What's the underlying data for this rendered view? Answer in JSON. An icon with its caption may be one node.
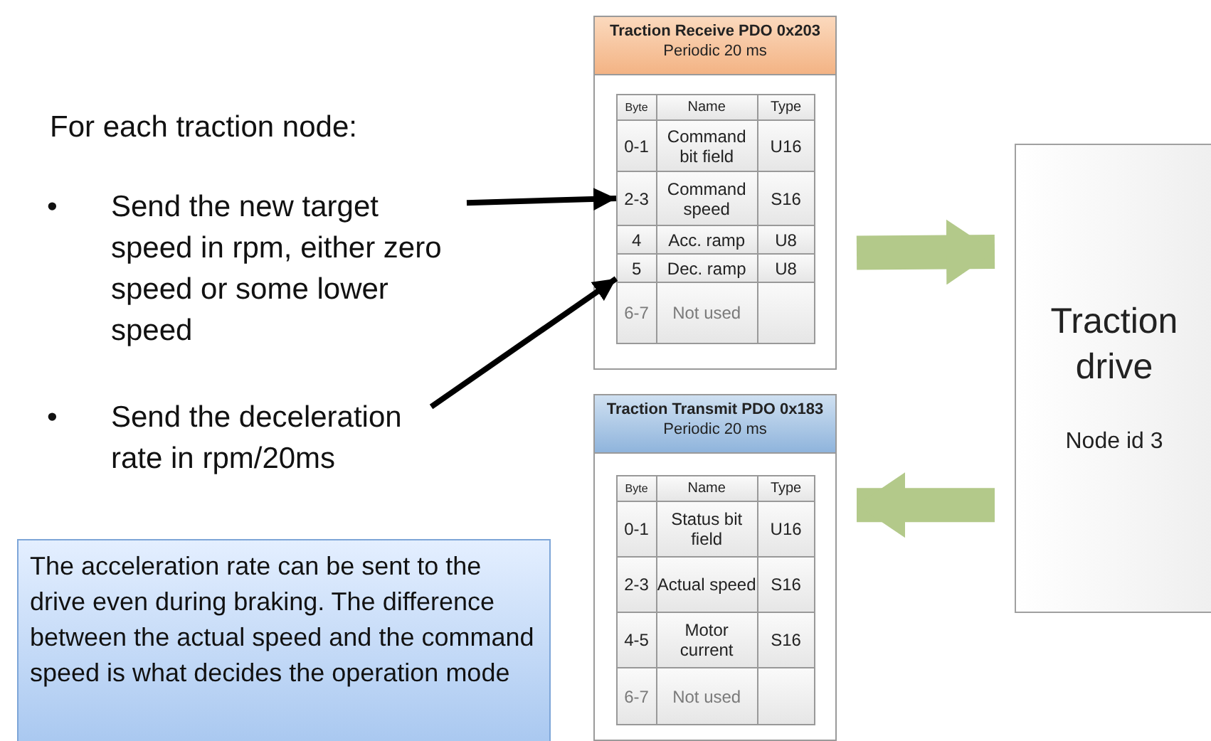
{
  "diagram": {
    "nodes": [
      {
        "text": [
          "Traction Receive PDO 0x203",
          "Periodic 20 ms"
        ]
      },
      {
        "text": [
          "Byte",
          "Name",
          "Type"
        ],
        "in": 0
      },
      {
        "text": [
          "0-1",
          "Command bit field",
          "U16"
        ],
        "in": 0
      },
      {
        "text": [
          "2-3",
          "Command speed",
          "S16"
        ],
        "in": 0
      },
      {
        "text": [
          "4",
          "Acc. ramp",
          "U8"
        ],
        "in": 0
      },
      {
        "text": [
          "5",
          "Dec. ramp",
          "U8"
        ],
        "in": 0
      },
      {
        "text": [
          "6-7",
          "Not used"
        ],
        "in": 0
      },
      {
        "text": [
          "Traction Transmit PDO 0x183",
          "Periodic 20 ms"
        ]
      },
      {
        "text": [
          "Byte",
          "Name",
          "Type"
        ],
        "in": 7
      },
      {
        "text": [
          "0-1",
          "Status bit field",
          "U16"
        ],
        "in": 7
      },
      {
        "text": [
          "2-3",
          "Actual speed",
          "S16"
        ],
        "in": 7
      },
      {
        "text": [
          "4-5",
          "Motor current",
          "S16"
        ],
        "in": 7
      },
      {
        "text": [
          "6-7",
          "Not used"
        ],
        "in": 7
      },
      {
        "text": [
          "Traction drive",
          "Node id 3"
        ]
      },
      {
        "text": [
          "Send the new target speed in rpm, either zero speed or some lower speed"
        ]
      },
      {
        "text": [
          "Send the deceleration rate in rpm/20ms"
        ]
      },
      {
        "text": [
          "The acceleration rate can be sent to the drive even during braking. The difference between the actual speed and the command speed is what decides the operation mode"
        ]
      }
    ],
    "edges": [
      {
        "from": 14,
        "to": 3,
        "arrow": "to",
        "color": "#000000"
      },
      {
        "from": 15,
        "to": 5,
        "arrow": "to",
        "color": "#000000"
      },
      {
        "from": 0,
        "to": 13,
        "arrow": "to",
        "style": "thick",
        "color": "#b3c98a"
      },
      {
        "from": 13,
        "to": 7,
        "arrow": "to",
        "style": "thick",
        "color": "#b3c98a"
      }
    ],
    "labels": [
      "For each traction node:",
      "•",
      "•"
    ]
  }
}
